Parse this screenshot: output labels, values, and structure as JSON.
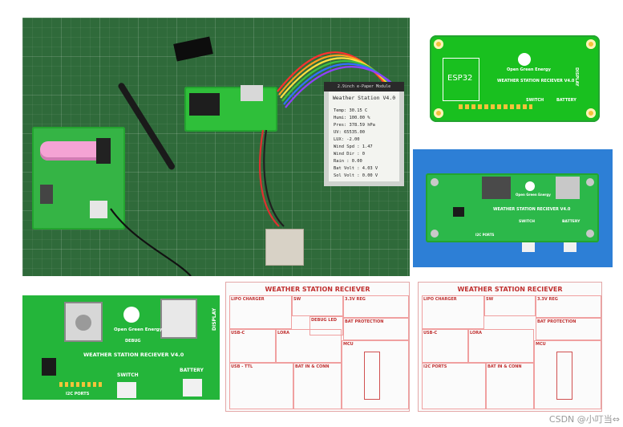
{
  "photo": {
    "display": {
      "header": "2.9inch e-Paper Module",
      "title": "Weather Station V4.0",
      "rows": [
        "Temp: 30.15 C",
        "Humi: 100.00 %",
        "Pres: 378.59 hPa",
        "UV:   65535.00",
        "LUX: -2.00",
        "Wind Spd : 1.47",
        "Wind Dir : 0",
        "Rain : 0.00",
        "Bat Volt : 4.03 V",
        "Sol Volt : 0.00 V"
      ]
    }
  },
  "board_top": {
    "chip_label": "ESP32",
    "brand": "Open Green Energy",
    "title": "WEATHER STATION RECIEVER V4.0",
    "display_label": "DISPLAY",
    "switch_label": "SWITCH",
    "battery_label": "BATTERY"
  },
  "board_render": {
    "brand": "Open Green Energy",
    "title": "WEATHER STATION RECIEVER V4.0",
    "switch_label": "SWITCH",
    "battery_label": "BATTERY",
    "i2c_label": "I2C PORTS"
  },
  "board_closeup": {
    "brand": "Open Green Energy",
    "debug_label": "DEBUG",
    "title": "WEATHER STATION RECIEVER V4.0",
    "display_label": "DISPLAY",
    "switch_label": "SWITCH",
    "battery_label": "BATTERY",
    "i2c_label": "I2C PORTS"
  },
  "schematic_a": {
    "title": "WEATHER STATION RECIEVER",
    "blocks": [
      "LIPO CHARGER",
      "SW",
      "3.3V REG",
      "USB-C",
      "DEBUG LED",
      "BAT PROTECTION",
      "LORA",
      "MCU",
      "USB - TTL",
      "BAT IN & CONN"
    ]
  },
  "schematic_b": {
    "title": "WEATHER STATION RECIEVER",
    "blocks": [
      "LIPO CHARGER",
      "SW",
      "3.3V REG",
      "USB-C",
      "LORA",
      "BAT PROTECTION",
      "MCU",
      "I2C PORTS",
      "BAT IN & CONN"
    ]
  },
  "watermark": "CSDN @小叮当⇔"
}
